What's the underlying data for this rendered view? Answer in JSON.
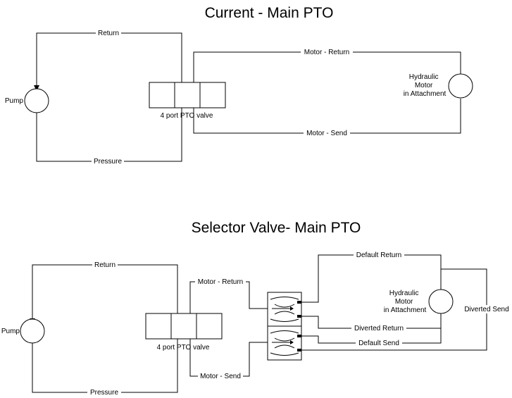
{
  "top": {
    "title": "Current - Main PTO",
    "pump": "Pump",
    "valve": "4 port PTO valve",
    "motor": [
      "Hydraulic",
      "Motor",
      "in Attachment"
    ],
    "lines": {
      "return": "Return",
      "pressure": "Pressure",
      "motor_return": "Motor - Return",
      "motor_send": "Motor - Send"
    }
  },
  "bottom": {
    "title": "Selector Valve- Main PTO",
    "pump": "Pump",
    "valve": "4 port PTO valve",
    "motor": [
      "Hydraulic",
      "Motor",
      "in Attachment"
    ],
    "lines": {
      "return": "Return",
      "pressure": "Pressure",
      "motor_return": "Motor - Return",
      "motor_send": "Motor - Send",
      "default_return": "Default Return",
      "diverted_return": "Diverted Return",
      "default_send": "Default Send",
      "diverted_send": "Diverted Send"
    }
  }
}
